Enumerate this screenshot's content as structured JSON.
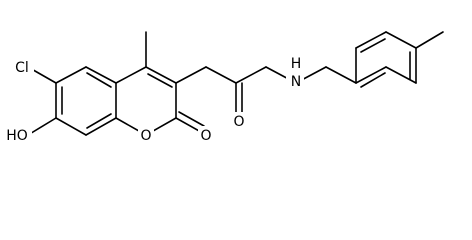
{
  "molecule": {
    "atom_labels": {
      "chlorine": "Cl",
      "hydroxyl": "HO",
      "ring_oxygen": "O",
      "carbonyl_oxygen_lactone": "O",
      "carbonyl_oxygen_amide": "O",
      "amide_nitrogen": "N",
      "amide_hydrogen": "H"
    }
  }
}
